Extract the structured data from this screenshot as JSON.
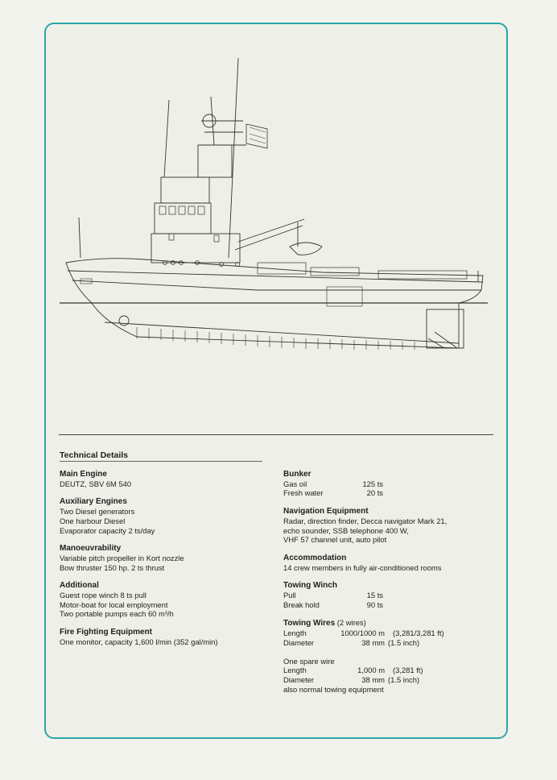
{
  "title": "Technical Details",
  "left": [
    {
      "title": "Main Engine",
      "lines": [
        "DEUTZ, SBV 6M 540"
      ]
    },
    {
      "title": "Auxiliary Engines",
      "lines": [
        "Two Diesel generators",
        "One harbour Diesel",
        "Evaporator capacity  2 ts/day"
      ]
    },
    {
      "title": "Manoeuvrability",
      "lines": [
        "Variable pitch propeller in Kort nozzle",
        "Bow thruster 150 hp. 2 ts thrust"
      ]
    },
    {
      "title": "Additional",
      "lines": [
        "Guest rope winch 8 ts pull",
        "Motor-boat for local employment",
        "Two portable pumps each 60 m³/h"
      ]
    },
    {
      "title": "Fire Fighting Equipment",
      "lines": [
        "One monitor, capacity 1,600 l/min (352 gal/min)"
      ]
    }
  ],
  "bunker": {
    "title": "Bunker",
    "rows": [
      [
        "Gas oil",
        "125 ts"
      ],
      [
        "Fresh water",
        "20 ts"
      ]
    ]
  },
  "navigation": {
    "title": "Navigation Equipment",
    "lines": [
      "Radar, direction finder, Decca navigator Mark 21,",
      "echo sounder, SSB telephone 400 W,",
      "VHF 57 channel unit, auto pilot"
    ]
  },
  "accommodation": {
    "title": "Accommodation",
    "lines": [
      "14 crew members in fully air-conditioned rooms"
    ]
  },
  "towing_winch": {
    "title": "Towing Winch",
    "rows": [
      [
        "Pull",
        "15 ts"
      ],
      [
        "Break hold",
        "90 ts"
      ]
    ]
  },
  "towing_wires": {
    "title": "Towing Wires",
    "subtitle": "(2 wires)",
    "rows": [
      [
        "Length",
        "1000/1000 m",
        "(3,281/3,281 ft)"
      ],
      [
        "Diameter",
        "38 mm",
        "(1.5 inch)"
      ]
    ],
    "spare_title": "One spare wire",
    "spare_rows": [
      [
        "Length",
        "1,000 m",
        "(3,281 ft)"
      ],
      [
        "Diameter",
        "38 mm",
        "(1.5 inch)"
      ]
    ],
    "note": "also normal towing equipment"
  }
}
